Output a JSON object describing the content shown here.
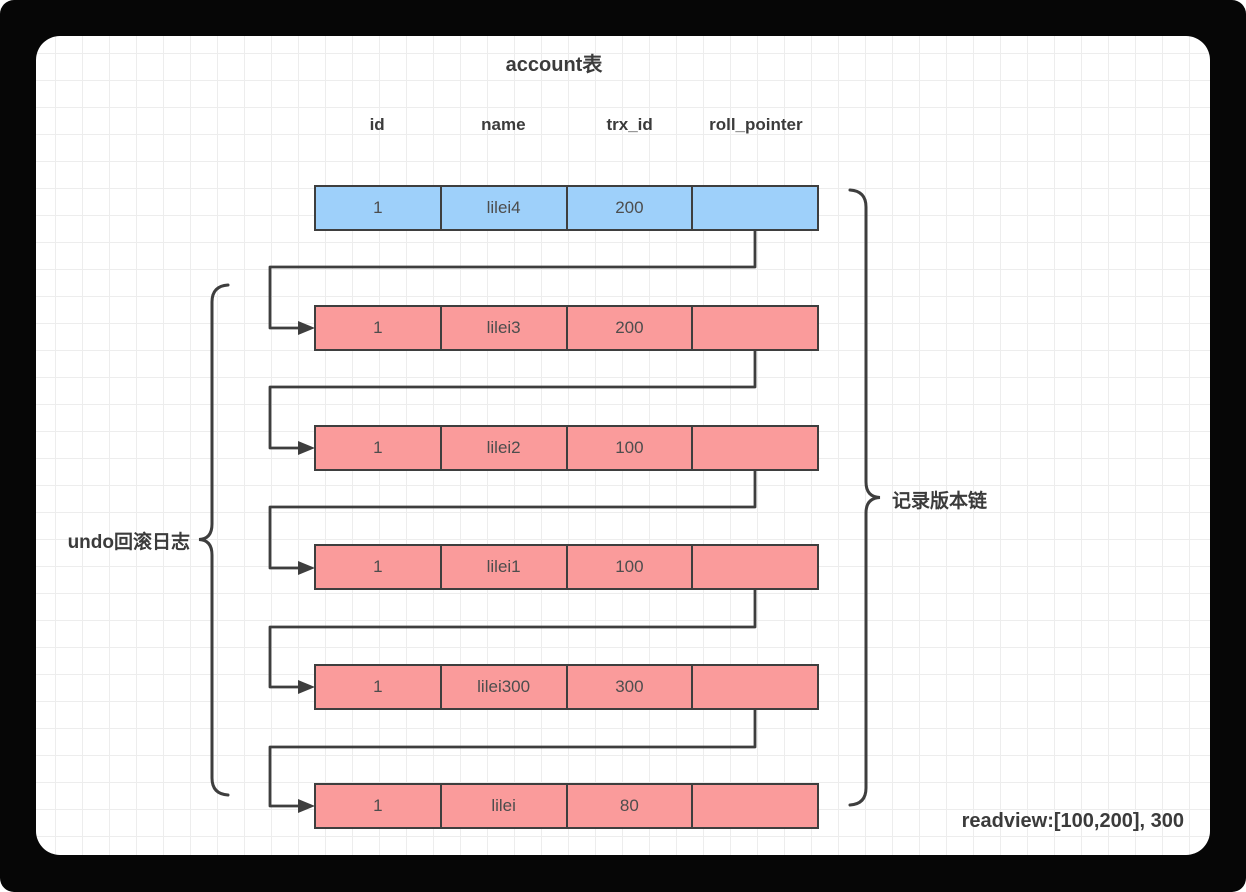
{
  "diagram": {
    "title": "account表",
    "columns": [
      "id",
      "name",
      "trx_id",
      "roll_pointer"
    ],
    "rows": [
      {
        "kind": "current-record",
        "fill": "#9ed0fa",
        "cells": [
          "1",
          "lilei4",
          "200",
          ""
        ]
      },
      {
        "kind": "undo-record",
        "fill": "#fa9b9b",
        "cells": [
          "1",
          "lilei3",
          "200",
          ""
        ]
      },
      {
        "kind": "undo-record",
        "fill": "#fa9b9b",
        "cells": [
          "1",
          "lilei2",
          "100",
          ""
        ]
      },
      {
        "kind": "undo-record",
        "fill": "#fa9b9b",
        "cells": [
          "1",
          "lilei1",
          "100",
          ""
        ]
      },
      {
        "kind": "undo-record",
        "fill": "#fa9b9b",
        "cells": [
          "1",
          "lilei300",
          "300",
          ""
        ]
      },
      {
        "kind": "undo-record",
        "fill": "#fa9b9b",
        "cells": [
          "1",
          "lilei",
          "80",
          ""
        ]
      }
    ],
    "left_brace_label": "undo回滚日志",
    "right_brace_label": "记录版本链",
    "readview_note": "readview:[100,200], 300",
    "colors": {
      "current_row_fill": "#9ed0fa",
      "undo_row_fill": "#fa9b9b",
      "stroke": "#3e3e3e",
      "cell_text": "#4d4d4d",
      "label_text": "#3b3b3b",
      "grid_line": "#ededed",
      "canvas_bg": "#ffffff",
      "frame_bg": "#060606"
    }
  }
}
